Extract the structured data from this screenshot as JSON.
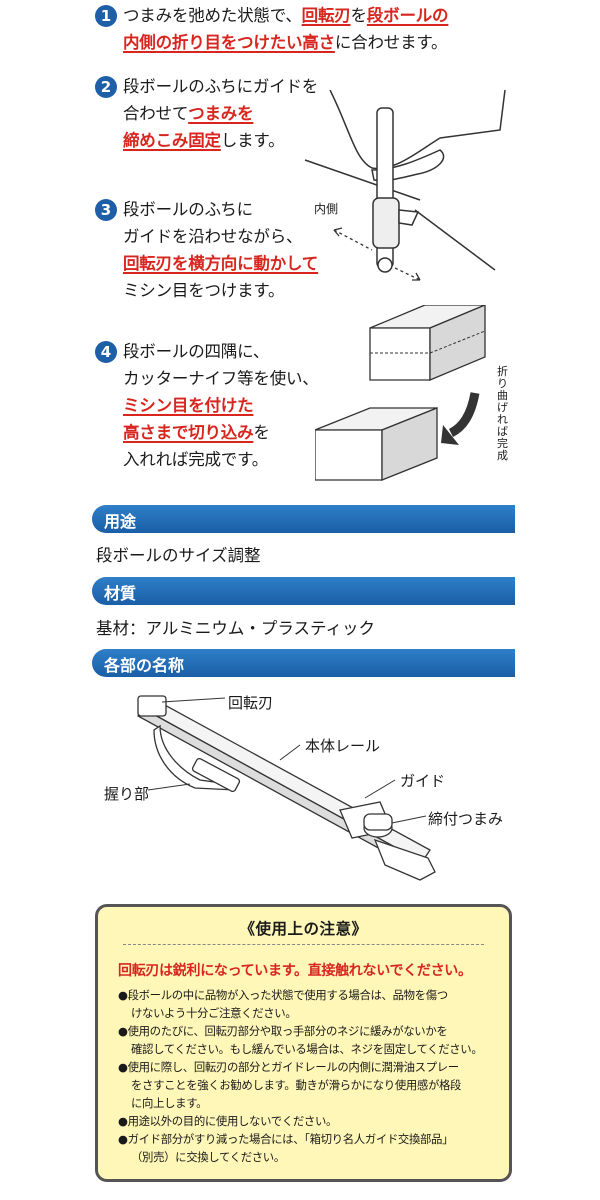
{
  "steps": [
    {
      "number": "1",
      "lines": [
        [
          {
            "t": "つまみを弛めた状態で、"
          },
          {
            "t": "回転刃",
            "red": true
          },
          {
            "t": "を"
          },
          {
            "t": "段ボールの",
            "red": true
          }
        ],
        [
          {
            "t": "内側の折り目をつけたい高さ",
            "red": true
          },
          {
            "t": "に合わせます。"
          }
        ]
      ]
    },
    {
      "number": "2",
      "lines": [
        [
          {
            "t": "段ボールのふちにガイドを"
          }
        ],
        [
          {
            "t": "合わせて"
          },
          {
            "t": "つまみを",
            "red": true
          }
        ],
        [
          {
            "t": "締めこみ固定",
            "red": true
          },
          {
            "t": "します。"
          }
        ]
      ]
    },
    {
      "number": "3",
      "lines": [
        [
          {
            "t": "段ボールのふちに"
          }
        ],
        [
          {
            "t": "ガイドを沿わせながら、"
          }
        ],
        [
          {
            "t": "回転刃を横方向に動かして",
            "red": true
          }
        ],
        [
          {
            "t": "ミシン目をつけます。"
          }
        ]
      ]
    },
    {
      "number": "4",
      "lines": [
        [
          {
            "t": "段ボールの四隅に、"
          }
        ],
        [
          {
            "t": "カッターナイフ等を使い、"
          }
        ],
        [
          {
            "t": "ミシン目を付けた",
            "red": true
          }
        ],
        [
          {
            "t": "高さまで切り込み",
            "red": true
          },
          {
            "t": "を"
          }
        ],
        [
          {
            "t": "入れれば完成です。"
          }
        ]
      ]
    }
  ],
  "labels": {
    "inner": "内側",
    "fold_complete": "折り曲げれば完成"
  },
  "sections": {
    "usage_title": "用途",
    "usage_text": "段ボールのサイズ調整",
    "material_title": "材質",
    "material_text": "基材：アルミニウム・プラスティック",
    "parts_title": "各部の名称"
  },
  "parts": {
    "blade": "回転刃",
    "rail": "本体レール",
    "grip": "握り部",
    "guide": "ガイド",
    "knob": "締付つまみ"
  },
  "notice": {
    "title": "《使用上の注意》",
    "warning": "回転刃は鋭利になっています。直接触れないでください。",
    "items": [
      [
        "段ボールの中に品物が入った状態で使用する場合は、品物を傷つ",
        "けないよう十分ご注意ください。"
      ],
      [
        "使用のたびに、回転刃部分や取っ手部分のネジに緩みがないかを",
        "確認してください。もし緩んでいる場合は、ネジを固定してください。"
      ],
      [
        "使用に際し、回転刃の部分とガイドレールの内側に潤滑油スプレー",
        "をさすことを強くお勧めします。動きが滑らかになり使用感が格段",
        "に向上します。"
      ],
      [
        "用途以外の目的に使用しないでください。"
      ],
      [
        "ガイド部分がすり減った場合には、「箱切り名人ガイド交換部品」",
        "（別売）に交換してください。"
      ]
    ]
  },
  "colors": {
    "accent_blue": "#1f5fa8",
    "warning_red": "#d8261f",
    "notice_bg": "#fff7b8"
  }
}
